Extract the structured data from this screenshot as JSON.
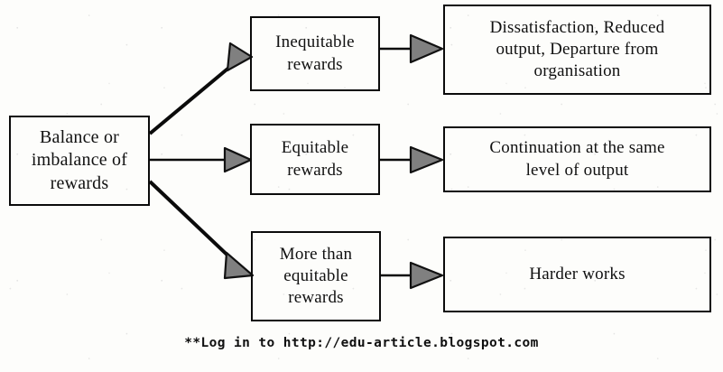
{
  "diagram": {
    "title": "Balance or imbalance of rewards outcomes flow",
    "source": {
      "id": "source",
      "label": "Balance or imbalance of rewards",
      "lines": [
        "Balance or",
        "imbalance of",
        "rewards"
      ]
    },
    "branches": [
      {
        "id": "branch-inequitable",
        "condition": {
          "id": "inequitable-rewards",
          "label": "Inequitable rewards",
          "lines": [
            "Inequitable",
            "rewards"
          ]
        },
        "outcome": {
          "id": "dissatisfaction-outcome",
          "label": "Dissatisfaction, Reduced output, Departure from organisation",
          "lines": [
            "Dissatisfaction, Reduced",
            "output, Departure from",
            "organisation"
          ]
        }
      },
      {
        "id": "branch-equitable",
        "condition": {
          "id": "equitable-rewards",
          "label": "Equitable rewards",
          "lines": [
            "Equitable",
            "rewards"
          ]
        },
        "outcome": {
          "id": "continuation-outcome",
          "label": "Continuation at the same level of output",
          "lines": [
            "Continuation at the same",
            "level of output"
          ]
        }
      },
      {
        "id": "branch-more-than-equitable",
        "condition": {
          "id": "more-than-equitable-rewards",
          "label": "More than equitable rewards",
          "lines": [
            "More than",
            "equitable",
            "rewards"
          ]
        },
        "outcome": {
          "id": "harder-works-outcome",
          "label": "Harder works",
          "lines": [
            "Harder works"
          ]
        }
      }
    ],
    "connectors": [
      {
        "id": "connector-source-to-inequitable",
        "kind": "diagonal-up-arrow"
      },
      {
        "id": "connector-source-to-equitable",
        "kind": "horizontal-arrow"
      },
      {
        "id": "connector-source-to-more-than-equitable",
        "kind": "diagonal-down-arrow"
      },
      {
        "id": "connector-inequitable-to-outcome",
        "kind": "horizontal-arrow"
      },
      {
        "id": "connector-equitable-to-outcome",
        "kind": "horizontal-arrow"
      },
      {
        "id": "connector-more-than-equitable-to-outcome",
        "kind": "horizontal-arrow"
      }
    ]
  },
  "footer": {
    "note": "**Log in to http://edu-article.blogspot.com"
  },
  "colors": {
    "ink": "#0b0b0b",
    "arrowhead_fill": "#808080",
    "arrowhead_stroke": "#111111",
    "paper": "#fdfdfb"
  }
}
